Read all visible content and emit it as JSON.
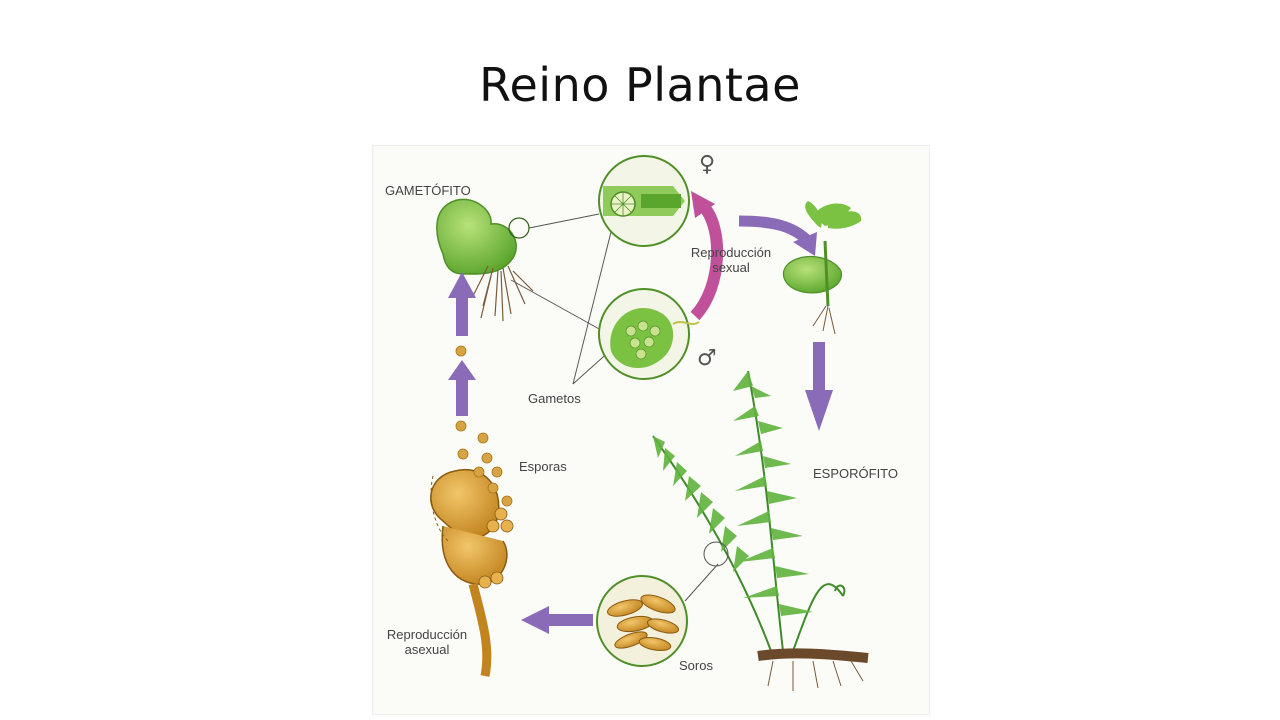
{
  "slide": {
    "title": "Reino Plantae"
  },
  "diagram": {
    "labels": {
      "gametofito": "GAMETÓFITO",
      "reproduccion_sexual_1": "Reproducción",
      "reproduccion_sexual_2": "sexual",
      "gametos": "Gametos",
      "esporas": "Esporas",
      "esporofito": "ESPORÓFITO",
      "reproduccion_asexual_1": "Reproducción",
      "reproduccion_asexual_2": "asexual",
      "soros": "Soros"
    },
    "symbols": {
      "female": "♀",
      "male": "♂"
    },
    "colors": {
      "arrow_purple": "#8a6bb8",
      "arrow_magenta": "#c0509a",
      "plant_green": "#7cc242",
      "sporangium_orange": "#d9a13a"
    }
  }
}
